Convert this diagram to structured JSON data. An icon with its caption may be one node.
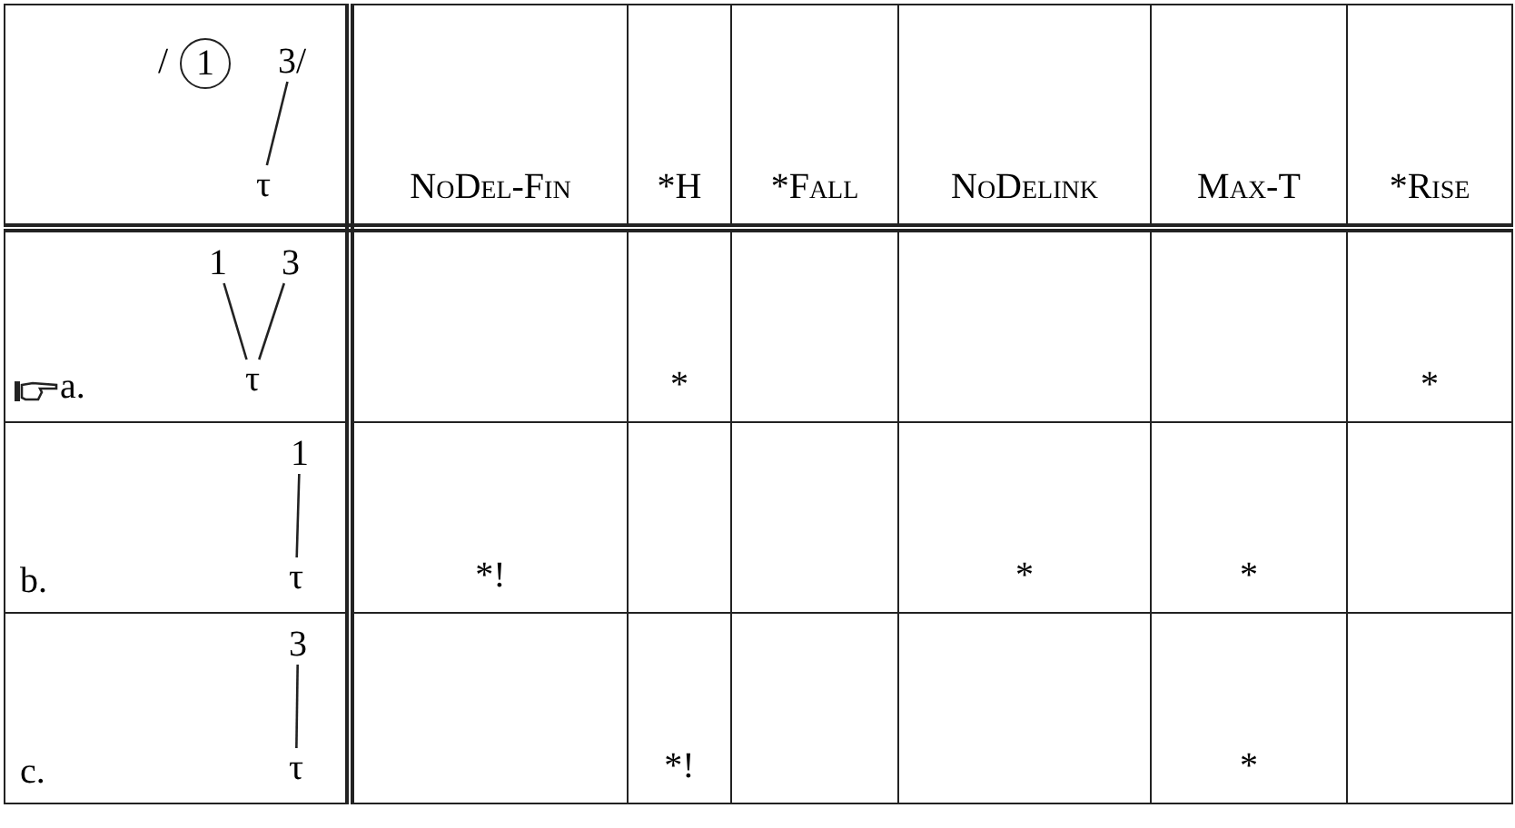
{
  "diagram": {
    "nodes": [
      {
        "text": [
          "1"
        ]
      },
      {
        "text": [
          "3/"
        ]
      },
      {
        "text": [
          "τ"
        ]
      },
      {
        "text": [
          "1"
        ]
      },
      {
        "text": [
          "3"
        ]
      },
      {
        "text": [
          "τ"
        ]
      },
      {
        "text": [
          "1"
        ]
      },
      {
        "text": [
          "τ"
        ]
      },
      {
        "text": [
          "3"
        ]
      },
      {
        "text": [
          "τ"
        ]
      }
    ],
    "edges": [
      {
        "from": 1,
        "to": 2,
        "arrow": "none"
      },
      {
        "from": 3,
        "to": 5,
        "arrow": "none"
      },
      {
        "from": 4,
        "to": 5,
        "arrow": "none"
      },
      {
        "from": 6,
        "to": 7,
        "arrow": "none"
      },
      {
        "from": 8,
        "to": 9,
        "arrow": "none"
      }
    ],
    "labels": [
      "/",
      "NoDel-Fin",
      "*H",
      "*Fall",
      "NoDelink",
      "Max-T",
      "*Rise",
      "a.",
      "*",
      "*",
      "b.",
      "*!",
      "*",
      "*",
      "c.",
      "*!",
      "*"
    ]
  }
}
